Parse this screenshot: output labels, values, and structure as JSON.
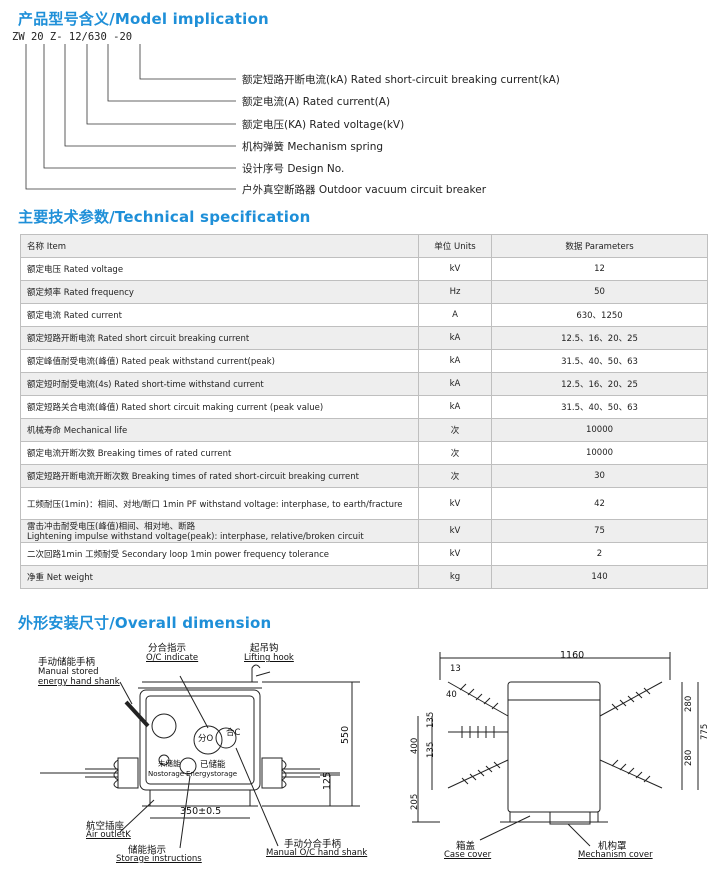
{
  "headings": {
    "model": "产品型号含义/Model implication",
    "tech": "主要技术参数/Technical specification",
    "dim": "外形安装尺寸/Overall dimension"
  },
  "model_code": "ZW 20 Z- 12/630 -20",
  "model_lines": [
    "额定短路开断电流(kA) Rated short-circuit breaking current(kA)",
    "额定电流(A) Rated current(A)",
    "额定电压(KA) Rated voltage(kV)",
    "机构弹簧 Mechanism spring",
    "设计序号 Design No.",
    "户外真空断路器 Outdoor vacuum circuit breaker"
  ],
  "table": {
    "headers": [
      "名称 Item",
      "单位 Units",
      "数据 Parameters"
    ],
    "rows": [
      [
        "额定电压 Rated voltage",
        "kV",
        "12"
      ],
      [
        "额定频率 Rated frequency",
        "Hz",
        "50"
      ],
      [
        "额定电流 Rated current",
        "A",
        "630、1250"
      ],
      [
        "额定短路开断电流 Rated short circuit breaking current",
        "kA",
        "12.5、16、20、25"
      ],
      [
        "额定峰值耐受电流(峰值) Rated peak withstand current(peak)",
        "kA",
        "31.5、40、50、63"
      ],
      [
        "额定短时耐受电流(4s) Rated short-time withstand current",
        "kA",
        "12.5、16、20、25"
      ],
      [
        "额定短路关合电流(峰值) Rated short circuit making current (peak value)",
        "kA",
        "31.5、40、50、63"
      ],
      [
        "机械寿命 Mechanical life",
        "次",
        "10000"
      ],
      [
        "额定电流开断次数 Breaking times of rated current",
        "次",
        "10000"
      ],
      [
        "额定短路开断电流开断次数 Breaking times of rated short-circuit breaking current",
        "次",
        "30"
      ],
      [
        "工频耐压(1min)：相间、对地/断口 1min PF withstand voltage: interphase, to earth/fracture",
        "kV",
        "42"
      ],
      [
        "雷击冲击耐受电压(峰值)相间、相对地、断路|Lightening impulse withstand voltage(peak): interphase, relative/broken circuit",
        "kV",
        "75"
      ],
      [
        "二次回路1min 工频耐受 Secondary loop 1min power frequency tolerance",
        "kV",
        "2"
      ],
      [
        "净重 Net weight",
        "kg",
        "140"
      ]
    ]
  },
  "dim_left": {
    "oc_indicate_cn": "分合指示",
    "oc_indicate_en": "O/C indicate",
    "lifting_cn": "起吊钩",
    "lifting_en": "Lifting hook",
    "manual_cn": "手动储能手柄",
    "manual_en1": "Manual stored",
    "manual_en2": "energy hand shank",
    "air_cn": "航空插座",
    "air_en": "Air outletK",
    "storage_cn": "储能指示",
    "storage_en": "Storage instructions",
    "oc_shank_cn": "手动分合手柄",
    "oc_shank_en": "Manual O/C hand shank",
    "dim_550": "550",
    "dim_125": "125",
    "dim_350": "350±0.5",
    "face_open": "分O",
    "face_close": "合C",
    "face_stored": "已储能",
    "face_stored_en": "Energystorage",
    "face_not": "未储能",
    "face_not_en": "Nostorage"
  },
  "dim_right": {
    "dim_1160": "1160",
    "dim_13": "13",
    "dim_40": "40",
    "dim_135a": "135",
    "dim_135b": "135",
    "dim_400": "400",
    "dim_280a": "280",
    "dim_280b": "280",
    "dim_775": "775",
    "dim_205": "205",
    "case_cn": "箱盖",
    "case_en": "Case cover",
    "mech_cn": "机构罩",
    "mech_en": "Mechanism cover"
  }
}
